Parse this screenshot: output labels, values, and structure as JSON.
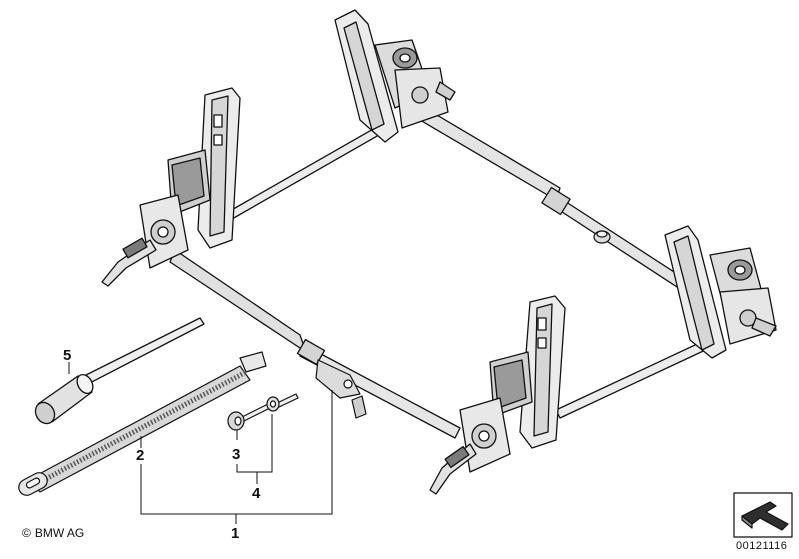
{
  "callouts": {
    "c1": "1",
    "c2": "2",
    "c3": "3",
    "c4": "4",
    "c5": "5"
  },
  "footer": {
    "copyright_symbol": "©",
    "copyright_text": "BMW AG",
    "part_number": "00121116"
  },
  "colors": {
    "line": "#111111",
    "fill_light": "#e9e9e9",
    "fill_mid": "#c8c8c8",
    "fill_dark": "#8a8a8a"
  },
  "icons": {
    "direction_arrow": "arrow-icon"
  }
}
